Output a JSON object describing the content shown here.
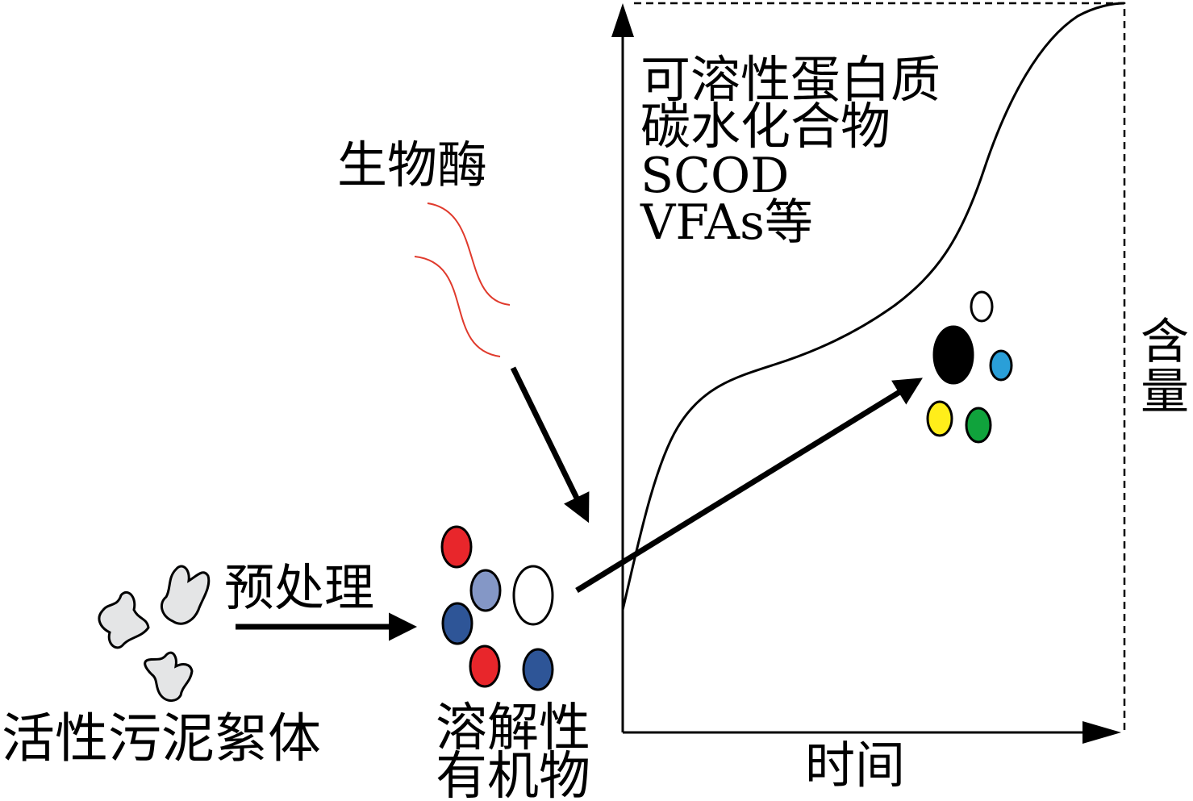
{
  "labels": {
    "floc": "活性污泥絮体",
    "pretreat": "预处理",
    "enzyme": "生物酶",
    "dissolved_line1": "溶解性",
    "dissolved_line2": "有机物",
    "products_line1": "可溶性蛋白质",
    "products_line2": "碳水化合物",
    "products_line3": "SCOD",
    "products_line4": "VFAs等",
    "y_axis_char1": "含",
    "y_axis_char2": "量",
    "x_axis": "时间"
  },
  "colors": {
    "red": "#e8262b",
    "light_blue": "#8497c6",
    "dark_blue": "#2e5597",
    "enzyme_wave": "#e03a2c",
    "sky_blue": "#2a9fd8",
    "yellow": "#ffee1a",
    "green": "#10a33c",
    "black": "#000000",
    "floc_fill": "#e4e5e6"
  }
}
